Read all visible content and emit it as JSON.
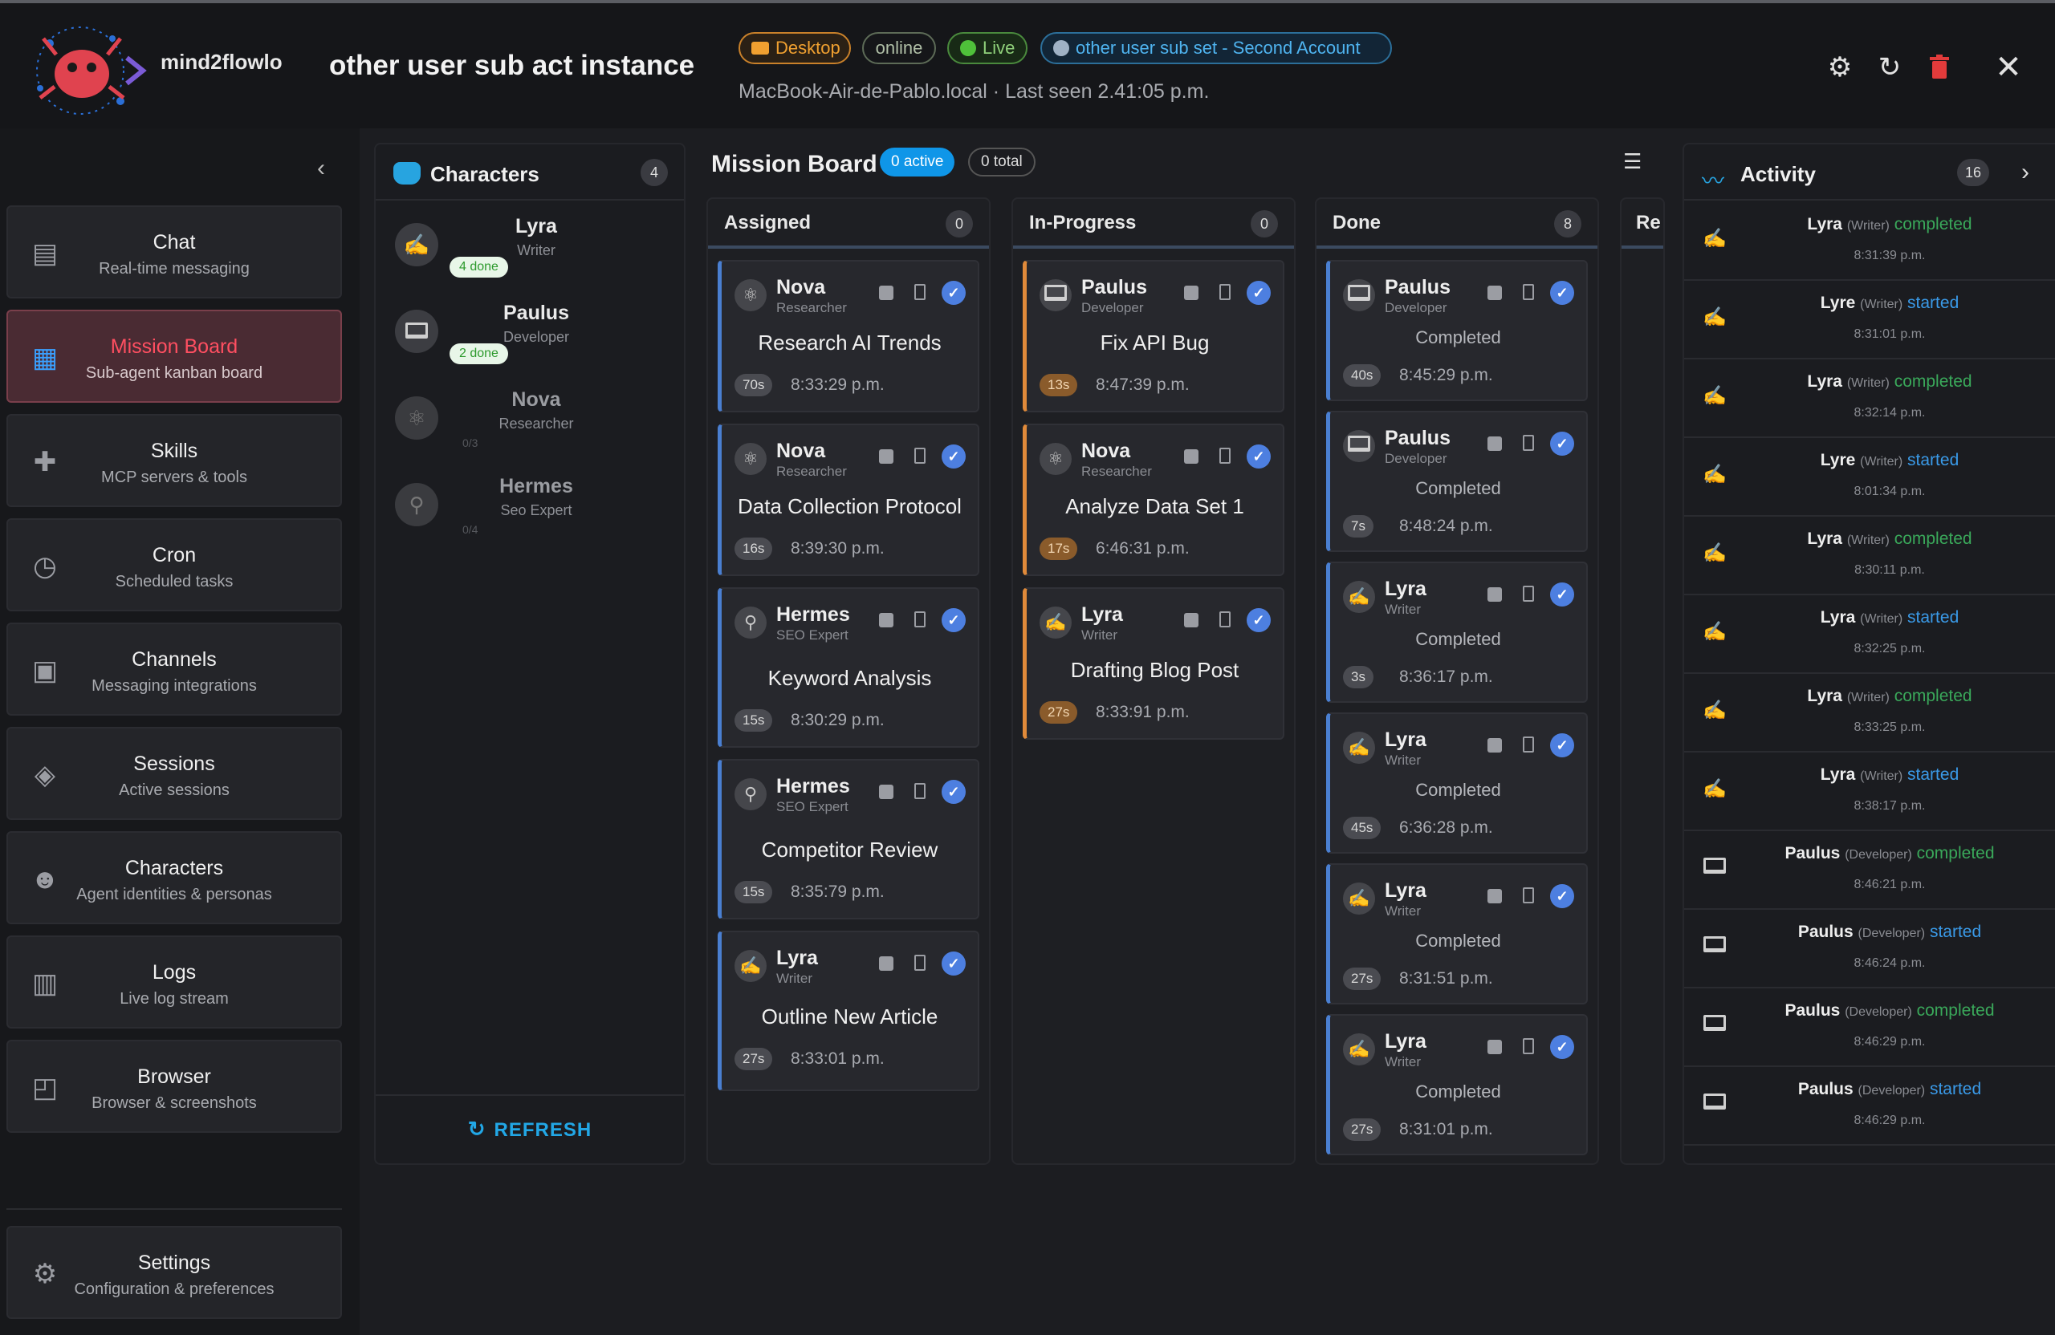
{
  "header": {
    "brand": "mind2flowlo",
    "brand_sub": "",
    "instance_title": "other user sub act instance",
    "badges": {
      "desktop": "Desktop",
      "online": "online",
      "live": "Live",
      "account": "other user sub set - Second Account"
    },
    "host_line": "MacBook-Air-de-Pablo.local · Last seen 2.41:05 p.m.",
    "icons": [
      "gear-icon",
      "refresh-icon",
      "trash-icon",
      "close-icon"
    ]
  },
  "sidebar": {
    "items": [
      {
        "title": "Chat",
        "sub": "Real-time messaging",
        "icon": "chat-icon"
      },
      {
        "title": "Mission Board",
        "sub": "Sub-agent kanban board",
        "icon": "grid-icon"
      },
      {
        "title": "Skills",
        "sub": "MCP servers & tools",
        "icon": "puzzle-icon"
      },
      {
        "title": "Cron",
        "sub": "Scheduled tasks",
        "icon": "clock-icon"
      },
      {
        "title": "Channels",
        "sub": "Messaging integrations",
        "icon": "messages-icon"
      },
      {
        "title": "Sessions",
        "sub": "Active sessions",
        "icon": "layers-icon"
      },
      {
        "title": "Characters",
        "sub": "Agent identities & personas",
        "icon": "masks-icon"
      },
      {
        "title": "Logs",
        "sub": "Live log stream",
        "icon": "document-icon"
      },
      {
        "title": "Browser",
        "sub": "Browser & screenshots",
        "icon": "browser-icon"
      }
    ],
    "settings": {
      "title": "Settings",
      "sub": "Configuration & preferences"
    }
  },
  "characters": {
    "title": "Characters",
    "count": "4",
    "list": [
      {
        "name": "Lyra",
        "role": "Writer",
        "done": "4 done"
      },
      {
        "name": "Paulus",
        "role": "Developer",
        "done": "2 done"
      },
      {
        "name": "Nova",
        "role": "Researcher",
        "done": "0/3"
      },
      {
        "name": "Hermes",
        "role": "Seo Expert",
        "done": "0/4"
      }
    ],
    "refresh_label": "REFRESH"
  },
  "mission_board": {
    "title": "Mission Board",
    "active": "0 active",
    "total": "0 total",
    "columns": {
      "assigned": {
        "title": "Assigned",
        "count": "0",
        "tasks": [
          {
            "name": "Nova",
            "role": "Researcher",
            "title": "Research AI Trends",
            "dur": "70s",
            "time": "8:33:29 p.m."
          },
          {
            "name": "Nova",
            "role": "Researcher",
            "title": "Data Collection Protocol",
            "dur": "16s",
            "time": "8:39:30 p.m."
          },
          {
            "name": "Hermes",
            "role": "SEO Expert",
            "title": "Keyword Analysis",
            "dur": "15s",
            "time": "8:30:29 p.m."
          },
          {
            "name": "Hermes",
            "role": "SEO Expert",
            "title": "Competitor Review",
            "dur": "15s",
            "time": "8:35:79 p.m."
          },
          {
            "name": "Lyra",
            "role": "Writer",
            "title": "Outline New Article",
            "dur": "27s",
            "time": "8:33:01 p.m."
          }
        ]
      },
      "in_progress": {
        "title": "In-Progress",
        "count": "0",
        "tasks": [
          {
            "name": "Paulus",
            "role": "Developer",
            "title": "Fix API Bug",
            "dur": "13s",
            "time": "8:47:39 p.m."
          },
          {
            "name": "Nova",
            "role": "Researcher",
            "title": "Analyze Data Set 1",
            "dur": "17s",
            "time": "6:46:31 p.m."
          },
          {
            "name": "Lyra",
            "role": "Writer",
            "title": "Drafting Blog Post",
            "dur": "27s",
            "time": "8:33:91 p.m."
          }
        ]
      },
      "done": {
        "title": "Done",
        "count": "8",
        "tasks": [
          {
            "name": "Paulus",
            "role": "Developer",
            "status": "Completed",
            "dur": "40s",
            "time": "8:45:29 p.m."
          },
          {
            "name": "Paulus",
            "role": "Developer",
            "status": "Completed",
            "dur": "7s",
            "time": "8:48:24 p.m."
          },
          {
            "name": "Lyra",
            "role": "Writer",
            "status": "Completed",
            "dur": "3s",
            "time": "8:36:17 p.m."
          },
          {
            "name": "Lyra",
            "role": "Writer",
            "status": "Completed",
            "dur": "45s",
            "time": "6:36:28 p.m."
          },
          {
            "name": "Lyra",
            "role": "Writer",
            "status": "Completed",
            "dur": "27s",
            "time": "8:31:51 p.m."
          },
          {
            "name": "Lyra",
            "role": "Writer",
            "status": "Completed",
            "dur": "27s",
            "time": "8:31:01 p.m."
          }
        ]
      },
      "review": {
        "title": "Re"
      }
    }
  },
  "activity": {
    "title": "Activity",
    "count": "16",
    "events": [
      {
        "name": "Lyra",
        "role": "(Writer)",
        "verb": "completed",
        "time": "8:31:39 p.m."
      },
      {
        "name": "Lyre",
        "role": "(Writer)",
        "verb": "started",
        "time": "8:31:01 p.m."
      },
      {
        "name": "Lyra",
        "role": "(Writer)",
        "verb": "completed",
        "time": "8:32:14 p.m."
      },
      {
        "name": "Lyre",
        "role": "(Writer)",
        "verb": "started",
        "time": "8:01:34 p.m."
      },
      {
        "name": "Lyra",
        "role": "(Writer)",
        "verb": "completed",
        "time": "8:30:11 p.m."
      },
      {
        "name": "Lyra",
        "role": "(Writer)",
        "verb": "started",
        "time": "8:32:25 p.m."
      },
      {
        "name": "Lyra",
        "role": "(Writer)",
        "verb": "completed",
        "time": "8:33:25 p.m."
      },
      {
        "name": "Lyra",
        "role": "(Writer)",
        "verb": "started",
        "time": "8:38:17 p.m."
      },
      {
        "name": "Paulus",
        "role": "(Developer)",
        "verb": "completed",
        "time": "8:46:21 p.m."
      },
      {
        "name": "Paulus",
        "role": "(Developer)",
        "verb": "started",
        "time": "8:46:24 p.m."
      },
      {
        "name": "Paulus",
        "role": "(Developer)",
        "verb": "completed",
        "time": "8:46:29 p.m."
      },
      {
        "name": "Paulus",
        "role": "(Developer)",
        "verb": "started",
        "time": "8:46:29 p.m."
      }
    ]
  },
  "colors": {
    "accent": "#0f96e8",
    "active_nav": "#ff4f61",
    "completed": "#3aa85a",
    "started": "#3a9ae8",
    "delete": "#e23b3b"
  }
}
